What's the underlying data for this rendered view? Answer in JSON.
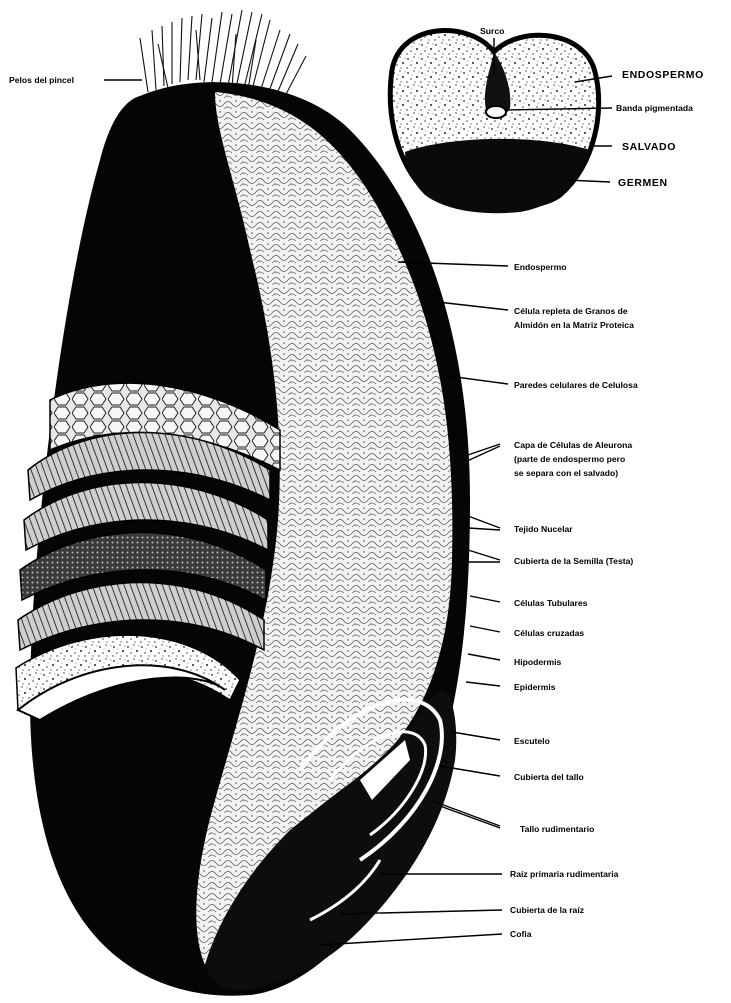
{
  "cross_section": {
    "label_surco": "Surco",
    "label_endospermo": "ENDOSPERMO",
    "label_banda": "Banda pigmentada",
    "label_salvado": "SALVADO",
    "label_germen": "GERMEN"
  },
  "longitudinal": {
    "label_pelos": "Pelos del pincel",
    "label_endospermo": "Endospermo",
    "label_celula_1": "Célula repleta de Granos de",
    "label_celula_2": "Almidón en la Matriz Proteica",
    "label_paredes": "Paredes celulares de Celulosa",
    "label_aleurona_1": "Capa de Células de Aleurona",
    "label_aleurona_2": "(parte de endospermo pero",
    "label_aleurona_3": "se separa con el salvado)",
    "label_tejido": "Tejido Nucelar",
    "label_cubierta_semilla": "Cubierta de la Semilla (Testa)",
    "label_tubulares": "Células Tubulares",
    "label_cruzadas": "Células cruzadas",
    "label_hipodermis": "Hipodermis",
    "label_epidermis": "Epidermis",
    "label_escutelo": "Escutelo",
    "label_cubierta_tallo": "Cubierta del tallo",
    "label_tallo": "Tallo rudimentario",
    "label_raiz": "Raíz primaria rudimentaria",
    "label_cubierta_raiz": "Cubierta de la raíz",
    "label_cofia": "Cofia"
  }
}
